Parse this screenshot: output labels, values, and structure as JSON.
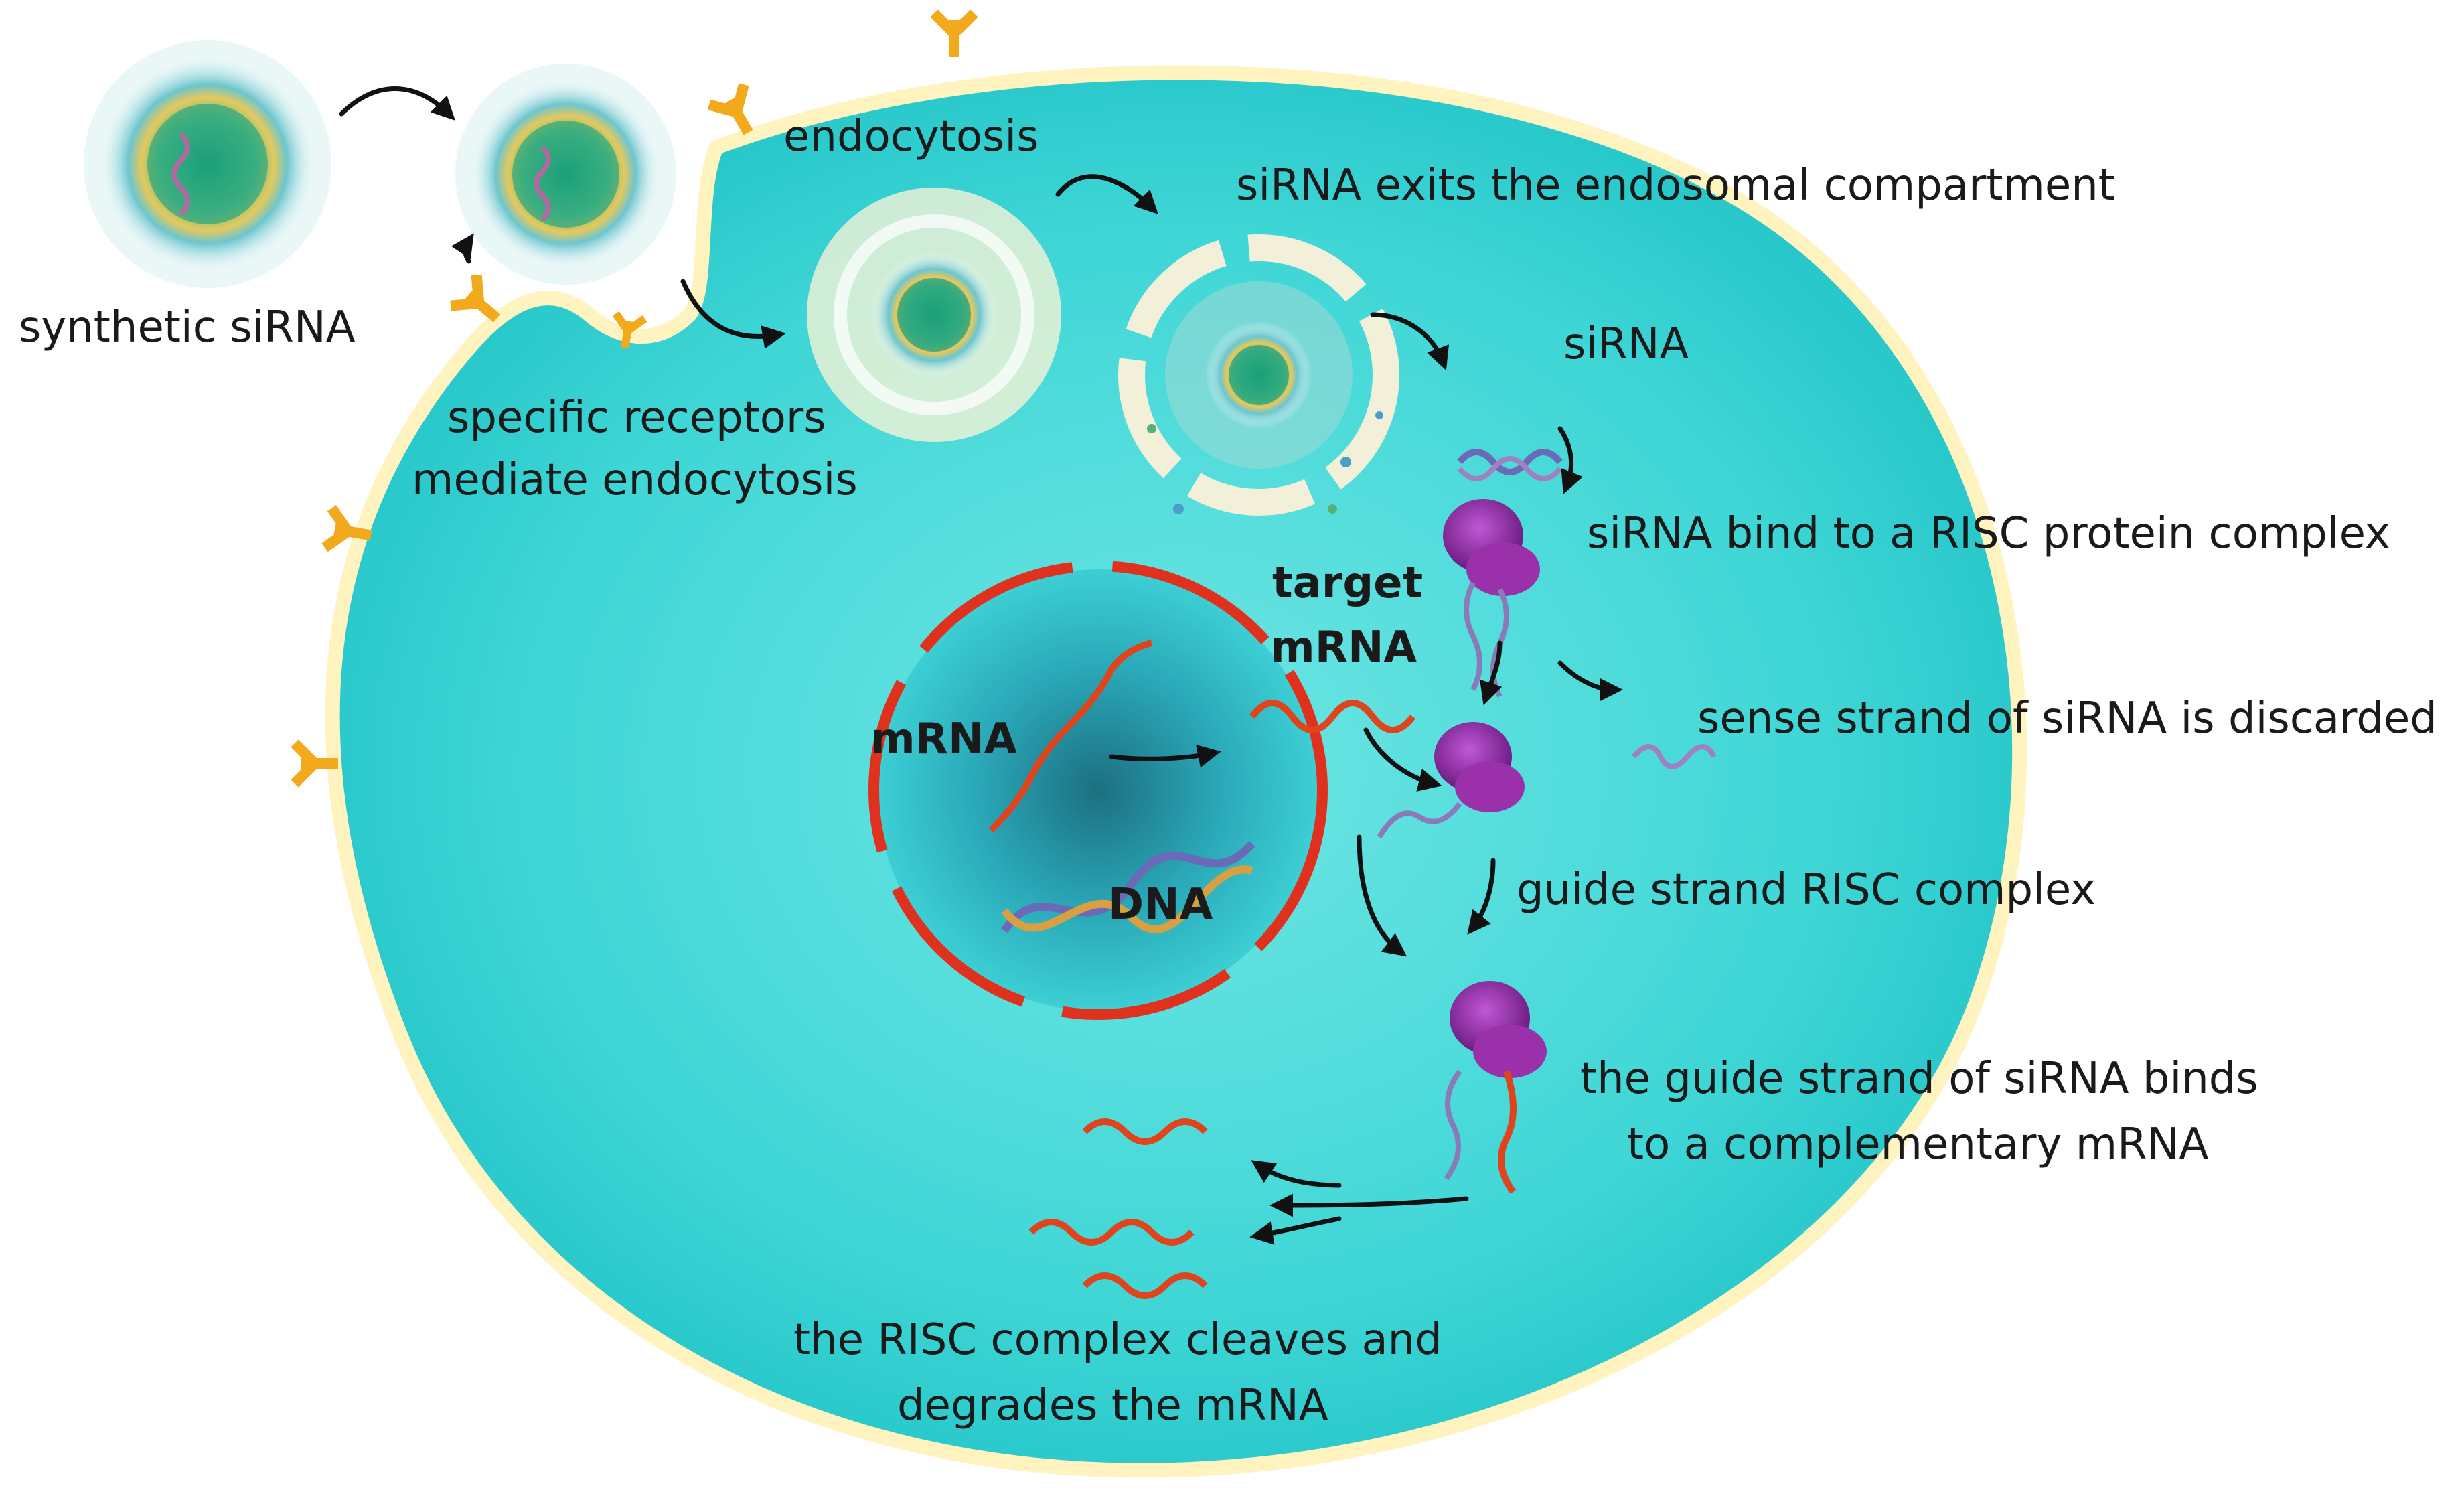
{
  "labels": {
    "synthetic_sirna": "synthetic siRNA",
    "receptors_line1": "specific receptors",
    "receptors_line2": "mediate endocytosis",
    "endocytosis": "endocytosis",
    "exits": "siRNA exits the endosomal compartment",
    "sirna": "siRNA",
    "risc_bind": "siRNA bind to a RISC protein complex",
    "sense_discard": "sense strand of siRNA is discarded",
    "guide_risc": "guide strand RISC complex",
    "guide_binds_line1": "the guide strand of siRNA binds",
    "guide_binds_line2": "to a complementary mRNA",
    "cleave_line1": "the RISC complex cleaves and",
    "cleave_line2": "degrades the mRNA",
    "target_line1": "target",
    "target_line2": "mRNA",
    "mrna": "mRNA",
    "dna": "DNA"
  },
  "colors": {
    "cell": "#36d3d3",
    "membrane": "#fff6c8",
    "nucleus_rim": "#e0301e",
    "receptor": "#f2a91c",
    "risc": "#8a2a9c",
    "mrna": "#e0441c",
    "dna": "#6a6ab8"
  }
}
